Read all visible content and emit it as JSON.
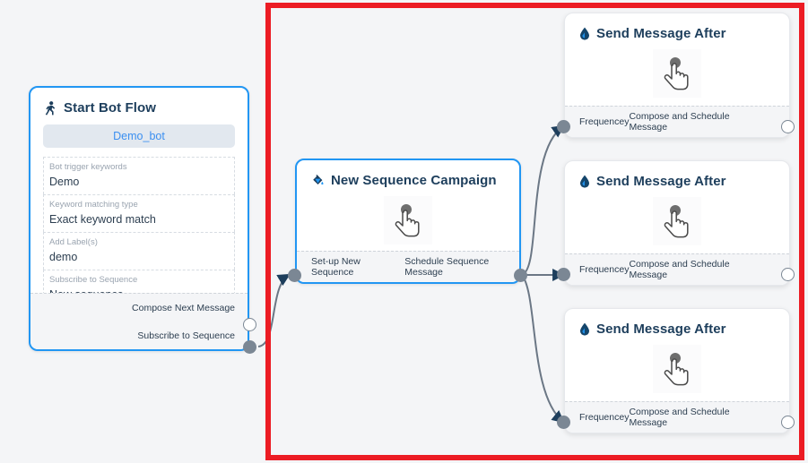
{
  "canvas": {
    "background_color": "#f4f5f7",
    "highlight_color": "#ec1c24"
  },
  "nodes": [
    {
      "id": "start-bot-flow",
      "title": "Start Bot Flow",
      "icon": "walking-person-icon",
      "bot_pill": "Demo_bot",
      "fields": [
        {
          "label": "Bot trigger keywords",
          "value": "Demo"
        },
        {
          "label": "Keyword matching type",
          "value": "Exact keyword match"
        },
        {
          "label": "Add Label(s)",
          "value": "demo"
        },
        {
          "label": "Subscribe to Sequence",
          "value": "New sequence"
        }
      ],
      "ports": [
        {
          "label": "Compose Next Message",
          "type": "open"
        },
        {
          "label": "Subscribe to Sequence",
          "type": "filled"
        }
      ]
    },
    {
      "id": "new-sequence-campaign",
      "title": "New Sequence Campaign",
      "icon": "paint-bucket-icon",
      "body_icon": "hand-pointer-cursor-icon",
      "footer": {
        "left_port_label": "Set-up New Sequence",
        "right_port_label": "Schedule Sequence Message"
      }
    },
    {
      "id": "send-message-after-1",
      "title": "Send Message After",
      "icon": "water-drop-icon",
      "body_icon": "hand-pointer-cursor-icon",
      "footer": {
        "left_port_label": "Frequencey",
        "right_port_label": "Compose and Schedule Message"
      }
    },
    {
      "id": "send-message-after-2",
      "title": "Send Message After",
      "icon": "water-drop-icon",
      "body_icon": "hand-pointer-cursor-icon",
      "footer": {
        "left_port_label": "Frequencey",
        "right_port_label": "Compose and Schedule Message"
      }
    },
    {
      "id": "send-message-after-3",
      "title": "Send Message After",
      "icon": "water-drop-icon",
      "body_icon": "hand-pointer-cursor-icon",
      "footer": {
        "left_port_label": "Frequencey",
        "right_port_label": "Compose and Schedule Message"
      }
    }
  ],
  "colors": {
    "node_border_active": "#2196f3",
    "port_fill": "#7b8794",
    "edge": "#6b7785",
    "arrow": "#1d3e5c",
    "title_text": "#1d3e5c",
    "pill_bg": "#e2e8ef",
    "pill_text": "#3b8ff0"
  }
}
